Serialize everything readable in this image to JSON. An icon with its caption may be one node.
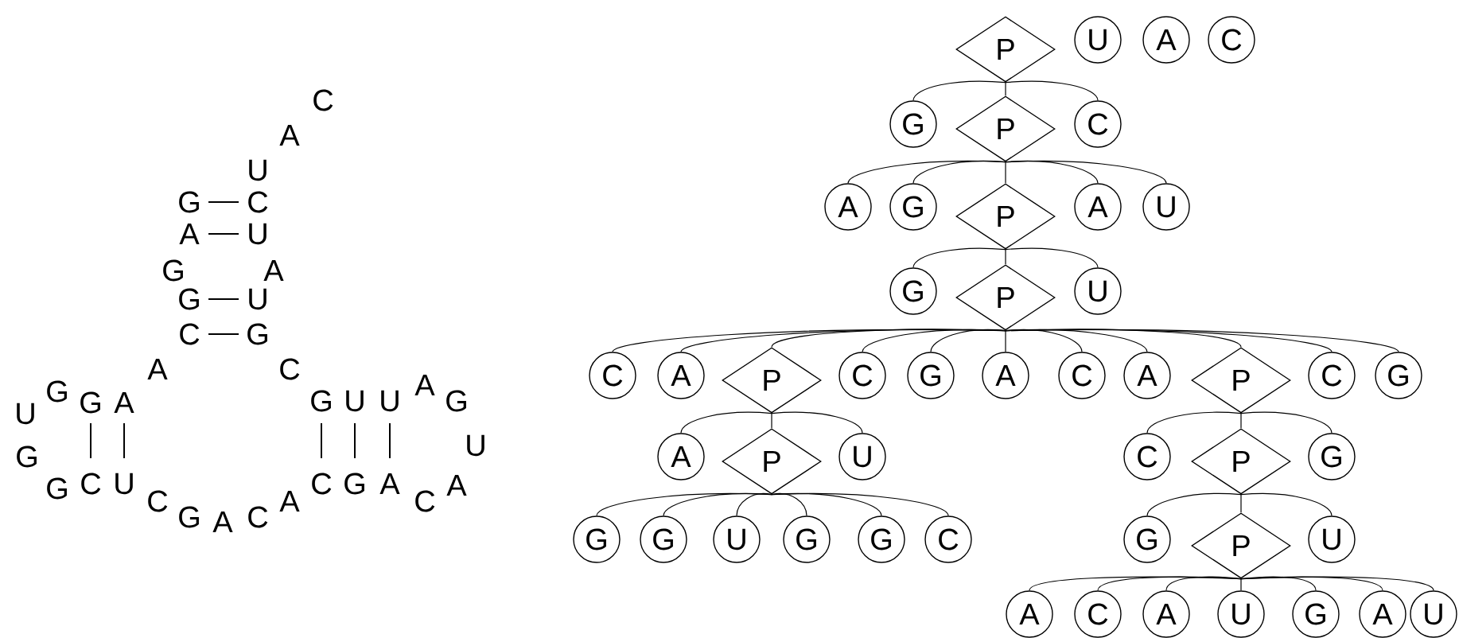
{
  "diagram": {
    "nodes": [
      {
        "text": [
          "P"
        ]
      },
      {
        "text": [
          "U"
        ]
      },
      {
        "text": [
          "A"
        ]
      },
      {
        "text": [
          "C"
        ]
      },
      {
        "text": [
          "G"
        ]
      },
      {
        "text": [
          "P"
        ]
      },
      {
        "text": [
          "C"
        ]
      },
      {
        "text": [
          "A"
        ]
      },
      {
        "text": [
          "G"
        ]
      },
      {
        "text": [
          "P"
        ]
      },
      {
        "text": [
          "A"
        ]
      },
      {
        "text": [
          "U"
        ]
      },
      {
        "text": [
          "G"
        ]
      },
      {
        "text": [
          "P"
        ]
      },
      {
        "text": [
          "U"
        ]
      },
      {
        "text": [
          "C"
        ]
      },
      {
        "text": [
          "A"
        ]
      },
      {
        "text": [
          "P"
        ]
      },
      {
        "text": [
          "C"
        ]
      },
      {
        "text": [
          "G"
        ]
      },
      {
        "text": [
          "A"
        ]
      },
      {
        "text": [
          "C"
        ]
      },
      {
        "text": [
          "A"
        ]
      },
      {
        "text": [
          "P"
        ]
      },
      {
        "text": [
          "C"
        ]
      },
      {
        "text": [
          "G"
        ]
      },
      {
        "text": [
          "A"
        ]
      },
      {
        "text": [
          "P"
        ]
      },
      {
        "text": [
          "U"
        ]
      },
      {
        "text": [
          "C"
        ]
      },
      {
        "text": [
          "P"
        ]
      },
      {
        "text": [
          "G"
        ]
      },
      {
        "text": [
          "G"
        ]
      },
      {
        "text": [
          "G"
        ]
      },
      {
        "text": [
          "U"
        ]
      },
      {
        "text": [
          "G"
        ]
      },
      {
        "text": [
          "G"
        ]
      },
      {
        "text": [
          "C"
        ]
      },
      {
        "text": [
          "G"
        ]
      },
      {
        "text": [
          "P"
        ]
      },
      {
        "text": [
          "U"
        ]
      },
      {
        "text": [
          "A"
        ]
      },
      {
        "text": [
          "C"
        ]
      },
      {
        "text": [
          "A"
        ]
      },
      {
        "text": [
          "U"
        ]
      },
      {
        "text": [
          "G"
        ]
      },
      {
        "text": [
          "A"
        ]
      },
      {
        "text": [
          "U"
        ]
      }
    ],
    "edges": [
      {
        "from": 0,
        "to": 4,
        "arrow": "none"
      },
      {
        "from": 0,
        "to": 5,
        "arrow": "none"
      },
      {
        "from": 0,
        "to": 6,
        "arrow": "none"
      },
      {
        "from": 5,
        "to": 7,
        "arrow": "none"
      },
      {
        "from": 5,
        "to": 8,
        "arrow": "none"
      },
      {
        "from": 5,
        "to": 9,
        "arrow": "none"
      },
      {
        "from": 5,
        "to": 10,
        "arrow": "none"
      },
      {
        "from": 5,
        "to": 11,
        "arrow": "none"
      },
      {
        "from": 9,
        "to": 12,
        "arrow": "none"
      },
      {
        "from": 9,
        "to": 13,
        "arrow": "none"
      },
      {
        "from": 9,
        "to": 14,
        "arrow": "none"
      },
      {
        "from": 13,
        "to": 15,
        "arrow": "none"
      },
      {
        "from": 13,
        "to": 16,
        "arrow": "none"
      },
      {
        "from": 13,
        "to": 17,
        "arrow": "none"
      },
      {
        "from": 13,
        "to": 18,
        "arrow": "none"
      },
      {
        "from": 13,
        "to": 19,
        "arrow": "none"
      },
      {
        "from": 13,
        "to": 20,
        "arrow": "none"
      },
      {
        "from": 13,
        "to": 21,
        "arrow": "none"
      },
      {
        "from": 13,
        "to": 22,
        "arrow": "none"
      },
      {
        "from": 13,
        "to": 23,
        "arrow": "none"
      },
      {
        "from": 13,
        "to": 24,
        "arrow": "none"
      },
      {
        "from": 13,
        "to": 25,
        "arrow": "none"
      },
      {
        "from": 17,
        "to": 26,
        "arrow": "none"
      },
      {
        "from": 17,
        "to": 27,
        "arrow": "none"
      },
      {
        "from": 17,
        "to": 28,
        "arrow": "none"
      },
      {
        "from": 23,
        "to": 29,
        "arrow": "none"
      },
      {
        "from": 23,
        "to": 30,
        "arrow": "none"
      },
      {
        "from": 23,
        "to": 31,
        "arrow": "none"
      },
      {
        "from": 27,
        "to": 32,
        "arrow": "none"
      },
      {
        "from": 27,
        "to": 33,
        "arrow": "none"
      },
      {
        "from": 27,
        "to": 34,
        "arrow": "none"
      },
      {
        "from": 27,
        "to": 35,
        "arrow": "none"
      },
      {
        "from": 27,
        "to": 36,
        "arrow": "none"
      },
      {
        "from": 27,
        "to": 37,
        "arrow": "none"
      },
      {
        "from": 30,
        "to": 38,
        "arrow": "none"
      },
      {
        "from": 30,
        "to": 39,
        "arrow": "none"
      },
      {
        "from": 30,
        "to": 40,
        "arrow": "none"
      },
      {
        "from": 39,
        "to": 41,
        "arrow": "none"
      },
      {
        "from": 39,
        "to": 42,
        "arrow": "none"
      },
      {
        "from": 39,
        "to": 43,
        "arrow": "none"
      },
      {
        "from": 39,
        "to": 44,
        "arrow": "none"
      },
      {
        "from": 39,
        "to": 45,
        "arrow": "none"
      },
      {
        "from": 39,
        "to": 46,
        "arrow": "none"
      },
      {
        "from": 39,
        "to": 47,
        "arrow": "none"
      }
    ],
    "labels": [
      "C",
      "A",
      "U",
      "G",
      "C",
      "A",
      "U",
      "G",
      "A",
      "G",
      "U",
      "C",
      "G",
      "A",
      "C",
      "U",
      "G",
      "G",
      "A",
      "G",
      "U",
      "U",
      "A",
      "G",
      "G",
      "U",
      "G",
      "C",
      "U",
      "C",
      "G",
      "A",
      "C",
      "A",
      "C",
      "G",
      "A",
      "C",
      "A"
    ]
  }
}
